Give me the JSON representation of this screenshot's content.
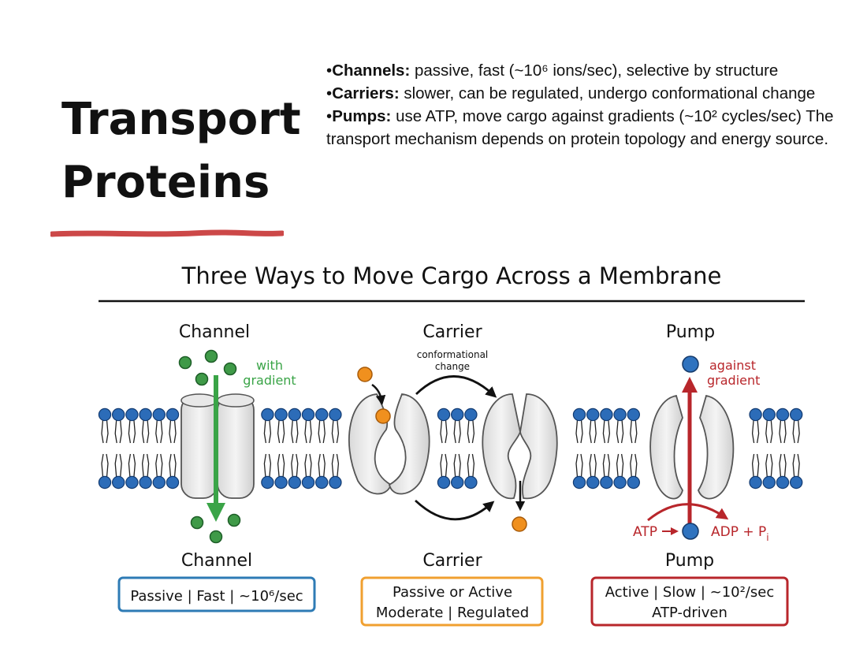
{
  "slide": {
    "title_line1": "Transport",
    "title_line2": "Proteins",
    "bullets": [
      {
        "term": "Channels:",
        "text": " passive, fast (~10⁶ ions/sec), selective by structure"
      },
      {
        "term": "Carriers:",
        "text": " slower, can be regulated, undergo conformational change"
      },
      {
        "term": "Pumps:",
        "text": " use ATP, move cargo against gradients (~10² cycles/sec) The transport mechanism depends on protein topology and energy source."
      }
    ]
  },
  "diagram": {
    "title": "Three Ways to Move Cargo Across a Membrane",
    "channel": {
      "top_label": "Channel",
      "annotation_line1": "with",
      "annotation_line2": "gradient",
      "bottom_label": "Channel",
      "box_text": "Passive | Fast | ~10⁶/sec"
    },
    "carrier": {
      "top_label": "Carrier",
      "annotation_line1": "conformational",
      "annotation_line2": "change",
      "bottom_label": "Carrier",
      "box_line1": "Passive or Active",
      "box_line2": "Moderate | Regulated"
    },
    "pump": {
      "top_label": "Pump",
      "annotation_line1": "against",
      "annotation_line2": "gradient",
      "atp_label": "ATP",
      "adp_label": "ADP + P",
      "pi_subscript": "i",
      "bottom_label": "Pump",
      "box_line1": "Active | Slow | ~10²/sec",
      "box_line2": "ATP-driven"
    }
  },
  "colors": {
    "channel_accent": "#2e7bb5",
    "carrier_accent": "#f0a030",
    "pump_accent": "#b8262b",
    "ion_green": "#3f9a48",
    "arrow_green": "#3aa447",
    "cargo_orange": "#f0901e",
    "cargo_blue": "#2f73bf",
    "lipid_blue": "#2c6cb8",
    "title_underline": "#cc4848"
  }
}
